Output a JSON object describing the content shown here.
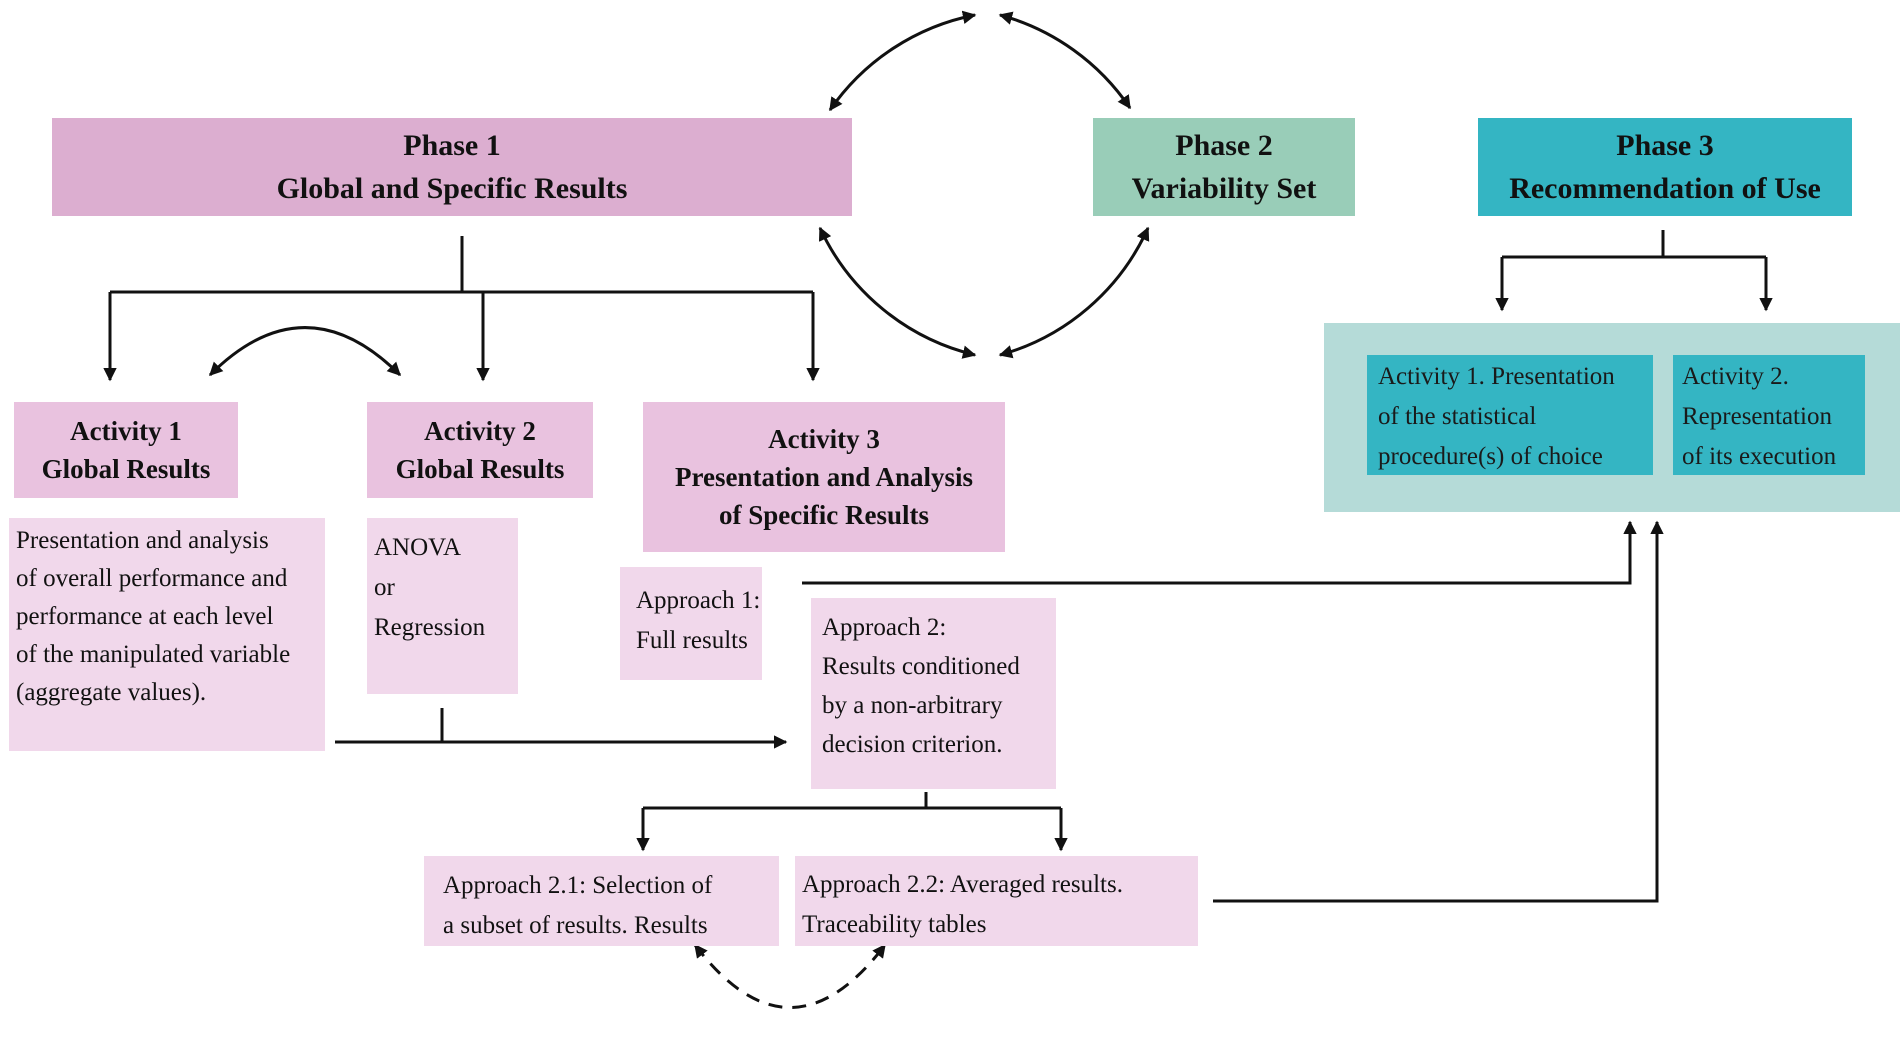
{
  "phase1": {
    "title": "Phase 1",
    "subtitle": "Global and Specific Results",
    "color": "#dcaed0"
  },
  "phase2": {
    "title": "Phase 2",
    "subtitle": "Variability Set",
    "color": "#99cdb8"
  },
  "phase3": {
    "title": "Phase 3",
    "subtitle": "Recommendation of Use",
    "color": "#34b5c3"
  },
  "activity1": {
    "title": "Activity 1",
    "subtitle": "Global Results",
    "body": [
      "Presentation and analysis",
      "of overall performance and",
      "performance at each level",
      "of the manipulated variable",
      "(aggregate values)."
    ]
  },
  "activity2": {
    "title": "Activity 2",
    "subtitle": "Global Results",
    "body": [
      "ANOVA",
      "or",
      "Regression"
    ]
  },
  "activity3": {
    "title": "Activity 3",
    "line2": "Presentation and Analysis",
    "line3": "of Specific Results"
  },
  "approach1": {
    "lines": [
      "Approach 1:",
      "Full results"
    ]
  },
  "approach2": {
    "lines": [
      "Approach 2:",
      "Results conditioned",
      "by a non-arbitrary",
      "decision criterion."
    ]
  },
  "approach21": {
    "lines": [
      "Approach 2.1: Selection of",
      "a subset of results. Results"
    ]
  },
  "approach22": {
    "lines": [
      "Approach 2.2: Averaged results.",
      "Traceability tables"
    ]
  },
  "phase3_activity1": {
    "lines": [
      "Activity 1. Presentation",
      "of the statistical",
      "procedure(s) of choice"
    ]
  },
  "phase3_activity2": {
    "lines": [
      "Activity 2.",
      "Representation",
      "of its execution"
    ]
  },
  "colors": {
    "activity_header": "#e9c2df",
    "activity_body": "#f1d8eb",
    "phase3_panel": "#b5dbd8",
    "connector": "#111111"
  }
}
